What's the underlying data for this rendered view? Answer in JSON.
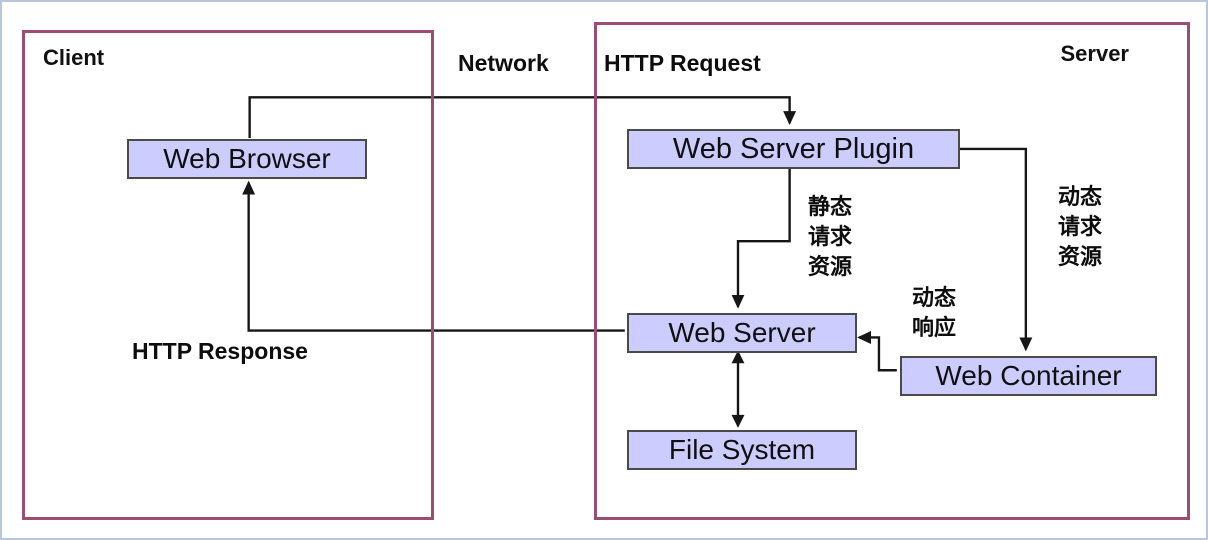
{
  "diagram": {
    "groups": {
      "client": "Client",
      "server": "Server"
    },
    "nodes": {
      "web_browser": "Web Browser",
      "web_server_plugin": "Web Server Plugin",
      "web_server": "Web Server",
      "web_container": "Web Container",
      "file_system": "File System"
    },
    "edge_labels": {
      "network": "Network",
      "http_request": "HTTP Request",
      "http_response": "HTTP Response",
      "static_request_resource": "静态\n请求\n资源",
      "dynamic_request_resource": "动态\n请求\n资源",
      "dynamic_response": "动态\n响应"
    },
    "colors": {
      "group_border": "#9b4d74",
      "node_fill": "#ccccff",
      "node_border": "#4a4a4a",
      "connector": "#161616",
      "canvas_border": "#b7c6da"
    }
  }
}
